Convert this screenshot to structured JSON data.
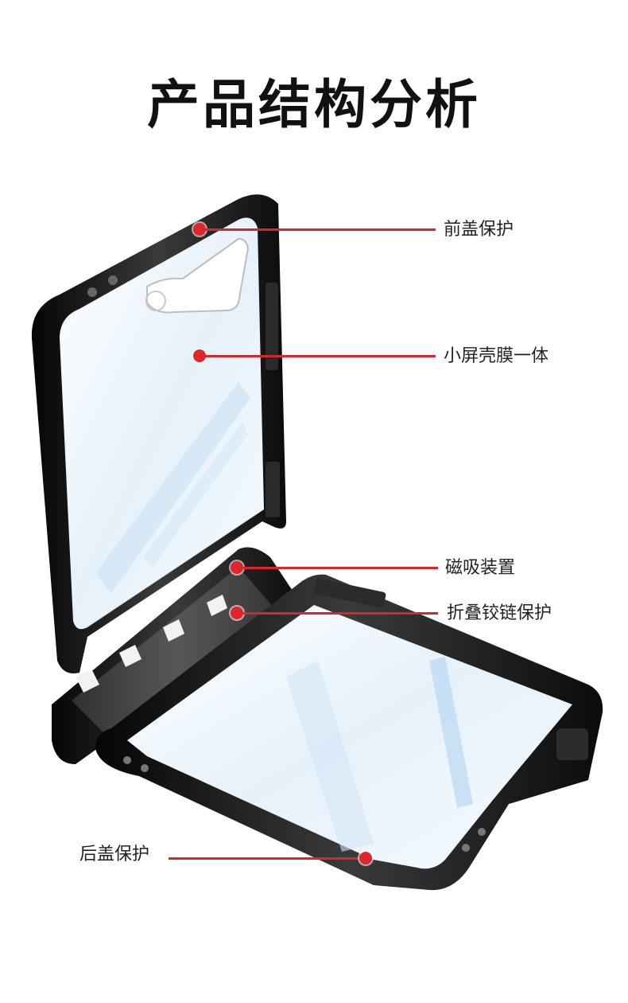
{
  "title": "产品结构分析",
  "colors": {
    "accent": "#e0262c",
    "frame": "#1a1a1a",
    "glass": "#e9f3fb"
  },
  "callouts": [
    {
      "id": "front-cover",
      "label": "前盖保护"
    },
    {
      "id": "small-screen",
      "label": "小屏壳膜一体"
    },
    {
      "id": "magnetic",
      "label": "磁吸装置"
    },
    {
      "id": "hinge",
      "label": "折叠铰链保护"
    },
    {
      "id": "back-cover",
      "label": "后盖保护"
    }
  ]
}
